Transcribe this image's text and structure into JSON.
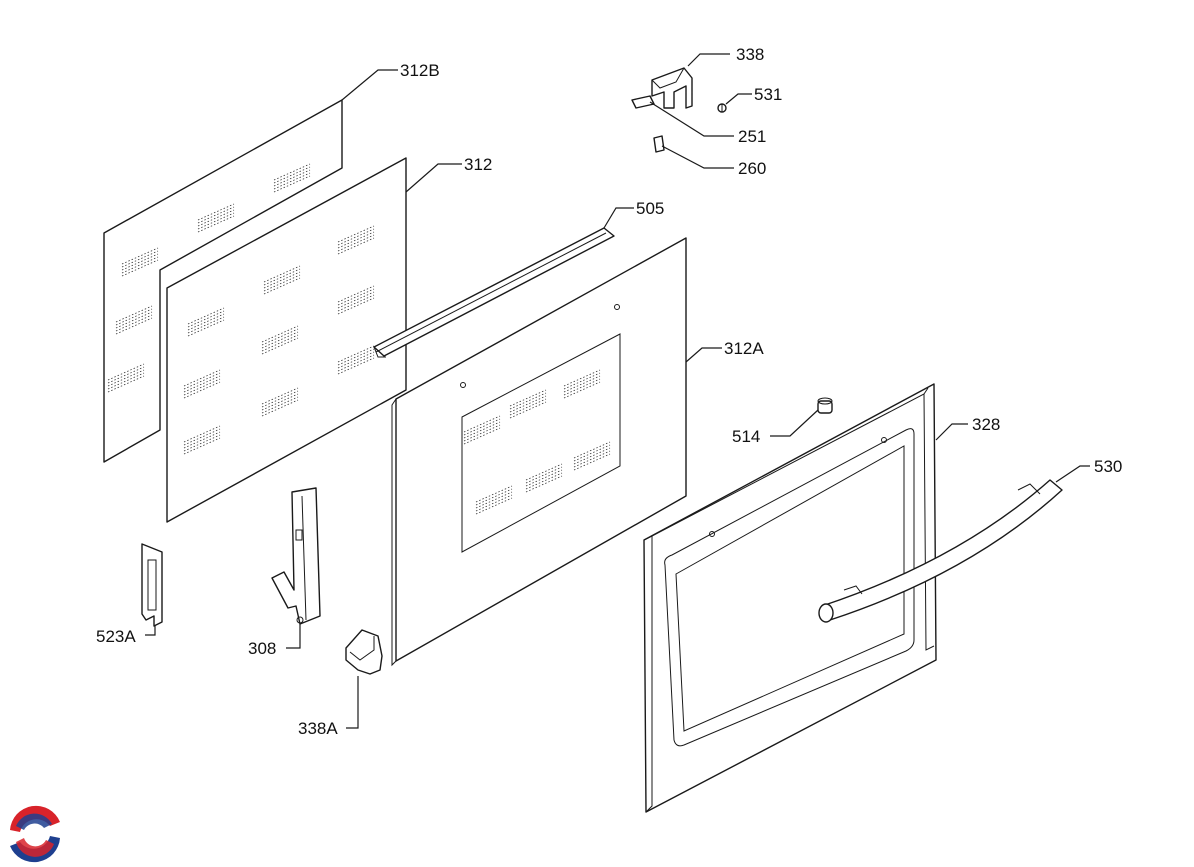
{
  "labels": {
    "p312B": "312B",
    "p312": "312",
    "p505": "505",
    "p312A": "312A",
    "p338": "338",
    "p531": "531",
    "p251": "251",
    "p260": "260",
    "p514": "514",
    "p328": "328",
    "p530": "530",
    "p523A": "523A",
    "p308": "308",
    "p338A": "338A"
  },
  "colors": {
    "logo_red": "#d8232a",
    "logo_blue": "#1e3f8f"
  },
  "icons": {
    "brand_logo": "swirl-logo"
  }
}
